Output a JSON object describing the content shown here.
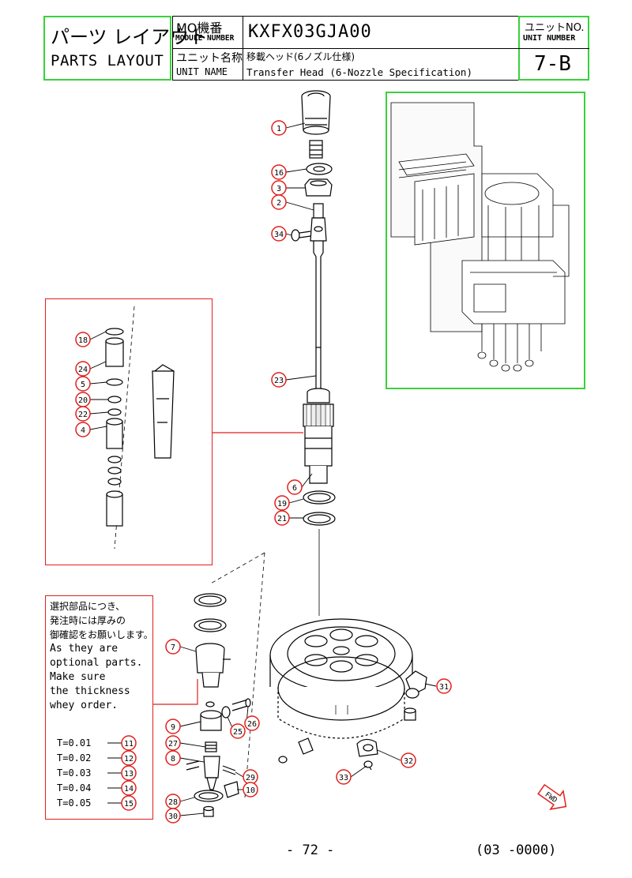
{
  "header": {
    "title_jp": "パーツ レイアウト",
    "title_en": "PARTS LAYOUT",
    "module_label_jp": "MO機番",
    "module_label_en": "MODULE NUMBER",
    "module_number": "KXFX03GJA00",
    "unit_label_jp": "ユニット名称",
    "unit_label_en": "UNIT NAME",
    "unit_name_jp": "移載ヘッド(6ノズル仕様)",
    "unit_name_en": "Transfer Head (6-Nozzle Specification)",
    "unit_no_label_jp": "ユニットNO.",
    "unit_no_label_en": "UNIT NUMBER",
    "unit_number": "7-B"
  },
  "note": {
    "lines": [
      "選択部品につき、",
      "発注時には厚みの",
      "御確認をお願いします。",
      "As they are",
      "optional parts.",
      "Make sure",
      "the thickness",
      "whey order."
    ]
  },
  "thickness_options": [
    {
      "label": "T=0.01",
      "part": "11"
    },
    {
      "label": "T=0.02",
      "part": "12"
    },
    {
      "label": "T=0.03",
      "part": "13"
    },
    {
      "label": "T=0.04",
      "part": "14"
    },
    {
      "label": "T=0.05",
      "part": "15"
    }
  ],
  "callouts": {
    "c1": "1",
    "c16a": "16",
    "c3": "3",
    "c2": "2",
    "c34": "34",
    "c23": "23",
    "c6": "6",
    "c19": "19",
    "c21": "21",
    "c18": "18",
    "c24": "24",
    "c5": "5",
    "c20": "20",
    "c22": "22",
    "c4": "4",
    "c7": "7",
    "c9": "9",
    "c27": "27",
    "c8": "8",
    "c28": "28",
    "c30": "30",
    "c26": "26",
    "c25": "25",
    "c29": "29",
    "c10": "10",
    "c31": "31",
    "c32": "32",
    "c33": "33"
  },
  "arrow_label": "FWD",
  "footer": {
    "page": "- 72 -",
    "code": "(03 -0000)"
  }
}
